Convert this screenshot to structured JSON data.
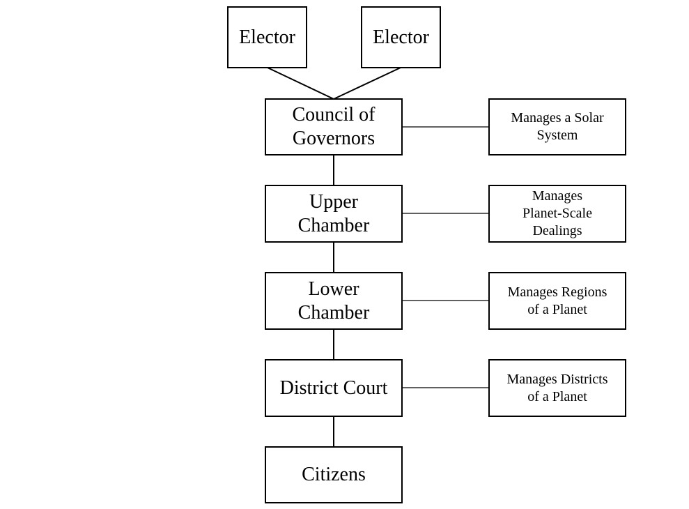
{
  "diagram": {
    "electors": [
      {
        "label": "Elector"
      },
      {
        "label": "Elector"
      }
    ],
    "hierarchy": [
      {
        "lines": [
          "Council of",
          "Governors"
        ]
      },
      {
        "lines": [
          "Upper",
          "Chamber"
        ]
      },
      {
        "lines": [
          "Lower",
          "Chamber"
        ]
      },
      {
        "lines": [
          "District Court"
        ]
      },
      {
        "lines": [
          "Citizens"
        ]
      }
    ],
    "responsibilities": [
      {
        "lines": [
          "Manages a Solar",
          "System"
        ]
      },
      {
        "lines": [
          "Manages",
          "Planet-Scale",
          "Dealings"
        ]
      },
      {
        "lines": [
          "Manages Regions",
          "of a Planet"
        ]
      },
      {
        "lines": [
          "Manages Districts",
          "of a Planet"
        ]
      }
    ]
  }
}
